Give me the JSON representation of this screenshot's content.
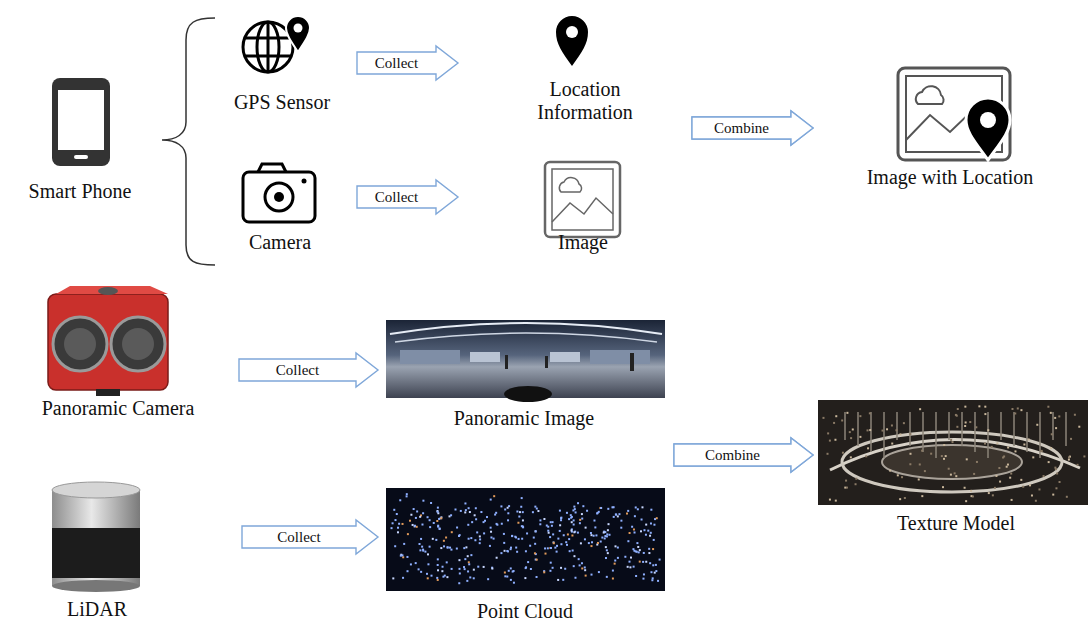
{
  "diagram": {
    "nodes": [
      {
        "text": [
          "Smart Phone"
        ]
      },
      {
        "text": [
          "GPS Sensor"
        ]
      },
      {
        "text": [
          "Camera"
        ]
      },
      {
        "text": [
          "Location Information"
        ]
      },
      {
        "text": [
          "Image"
        ]
      },
      {
        "text": [
          "Image with Location"
        ]
      },
      {
        "text": [
          "Panoramic Camera"
        ]
      },
      {
        "text": [
          "Panoramic Image"
        ]
      },
      {
        "text": [
          "LiDAR"
        ]
      },
      {
        "text": [
          "Point Cloud"
        ]
      },
      {
        "text": [
          "Texture Model"
        ]
      }
    ],
    "edges": [
      {
        "from": 1,
        "to": 3,
        "label": "Collect",
        "arrow": "to"
      },
      {
        "from": 2,
        "to": 4,
        "label": "Collect",
        "arrow": "to"
      },
      {
        "from": 3,
        "to": 5,
        "label": "Combine",
        "arrow": "to"
      },
      {
        "from": 4,
        "to": 5,
        "arrow": "to"
      },
      {
        "from": 6,
        "to": 7,
        "label": "Collect",
        "arrow": "to"
      },
      {
        "from": 8,
        "to": 9,
        "label": "Collect",
        "arrow": "to"
      },
      {
        "from": 7,
        "to": 10,
        "label": "Combine",
        "arrow": "to"
      },
      {
        "from": 9,
        "to": 10,
        "arrow": "to"
      }
    ]
  }
}
